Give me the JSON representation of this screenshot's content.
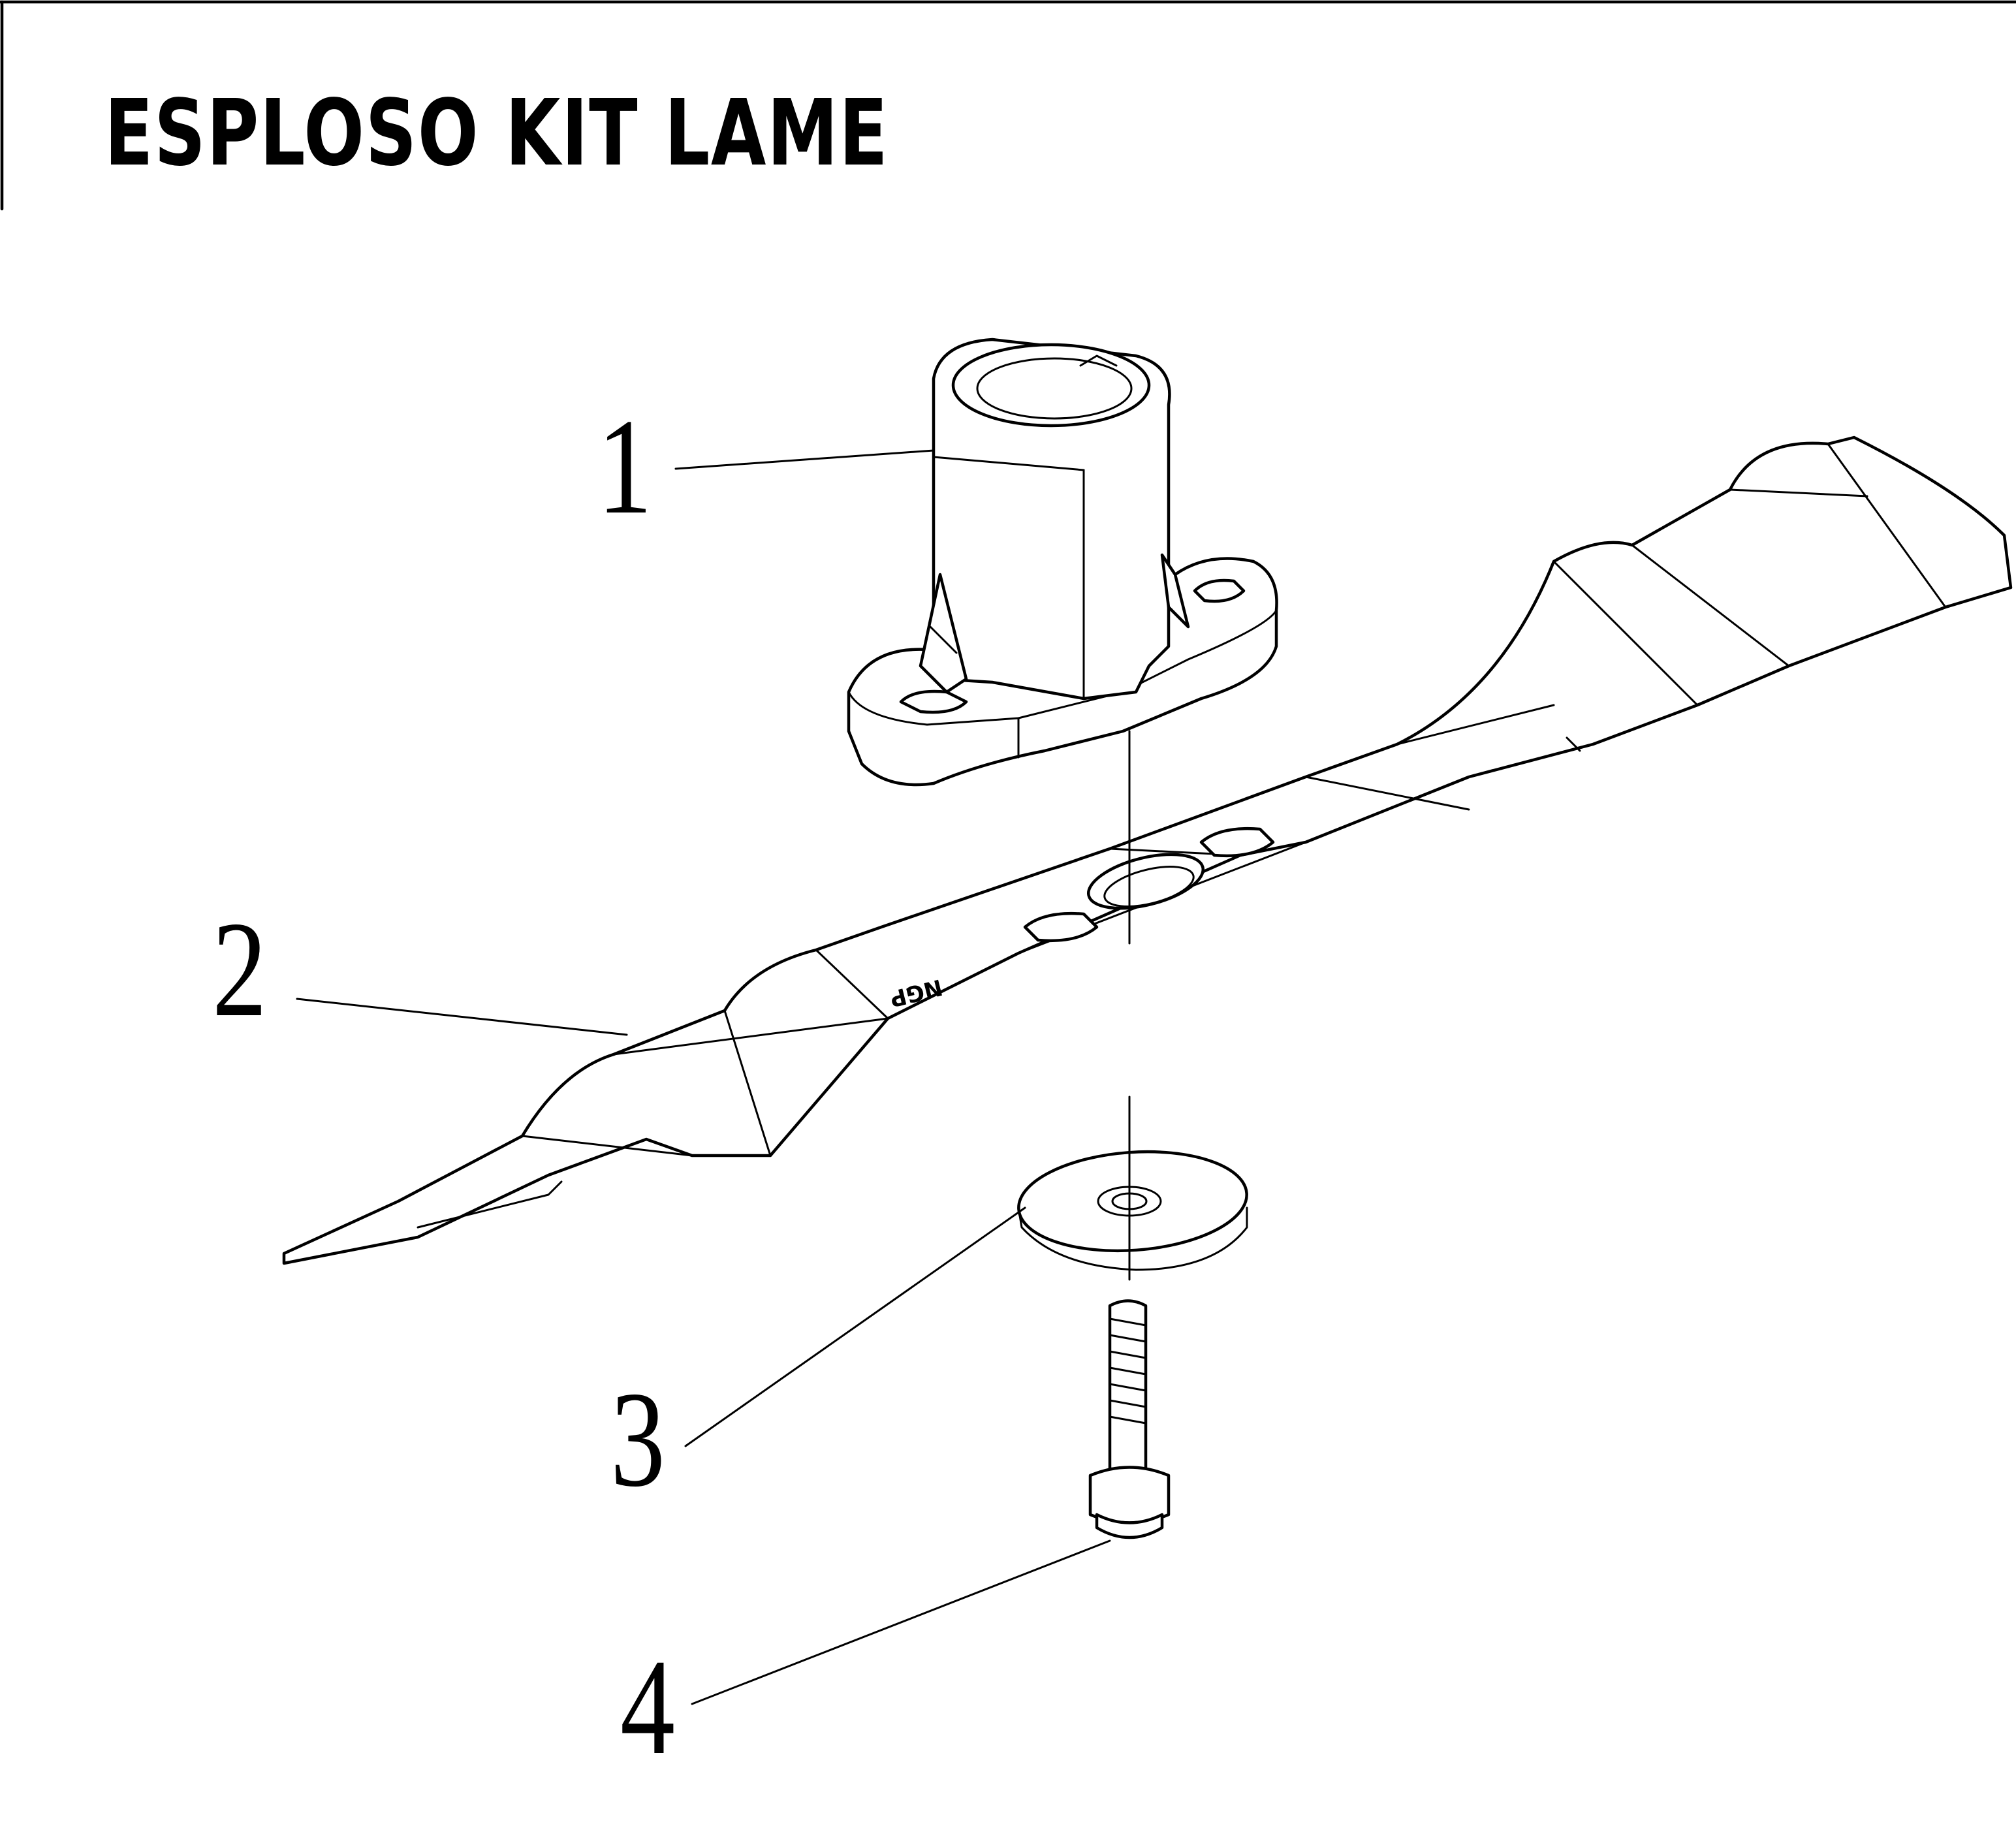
{
  "title": "ESPLOSO KIT LAME",
  "blade_marking": "NGP",
  "callouts": [
    {
      "id": "1",
      "label": "1"
    },
    {
      "id": "2",
      "label": "2"
    },
    {
      "id": "3",
      "label": "3"
    },
    {
      "id": "4",
      "label": "4"
    }
  ]
}
